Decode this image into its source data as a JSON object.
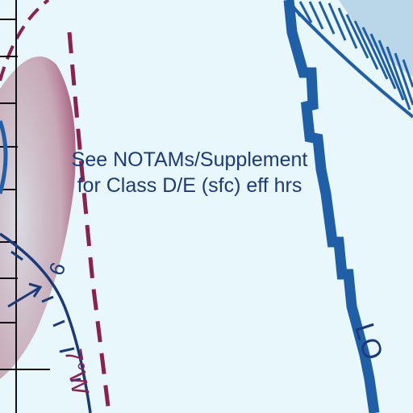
{
  "chart": {
    "notam_line1": "See NOTAMs/Supplement",
    "notam_line2": "for Class D/E (sfc) eff hrs",
    "compass_number": "6",
    "isogonic_label": "7°W",
    "partial_name": "LO"
  },
  "colors": {
    "background": "#e8f7fb",
    "airspace_blue": "#1f5fa8",
    "class_e_magenta": "#8c2050",
    "compass_navy": "#1b3a7a",
    "tint_fill": "#b9d7e8"
  }
}
